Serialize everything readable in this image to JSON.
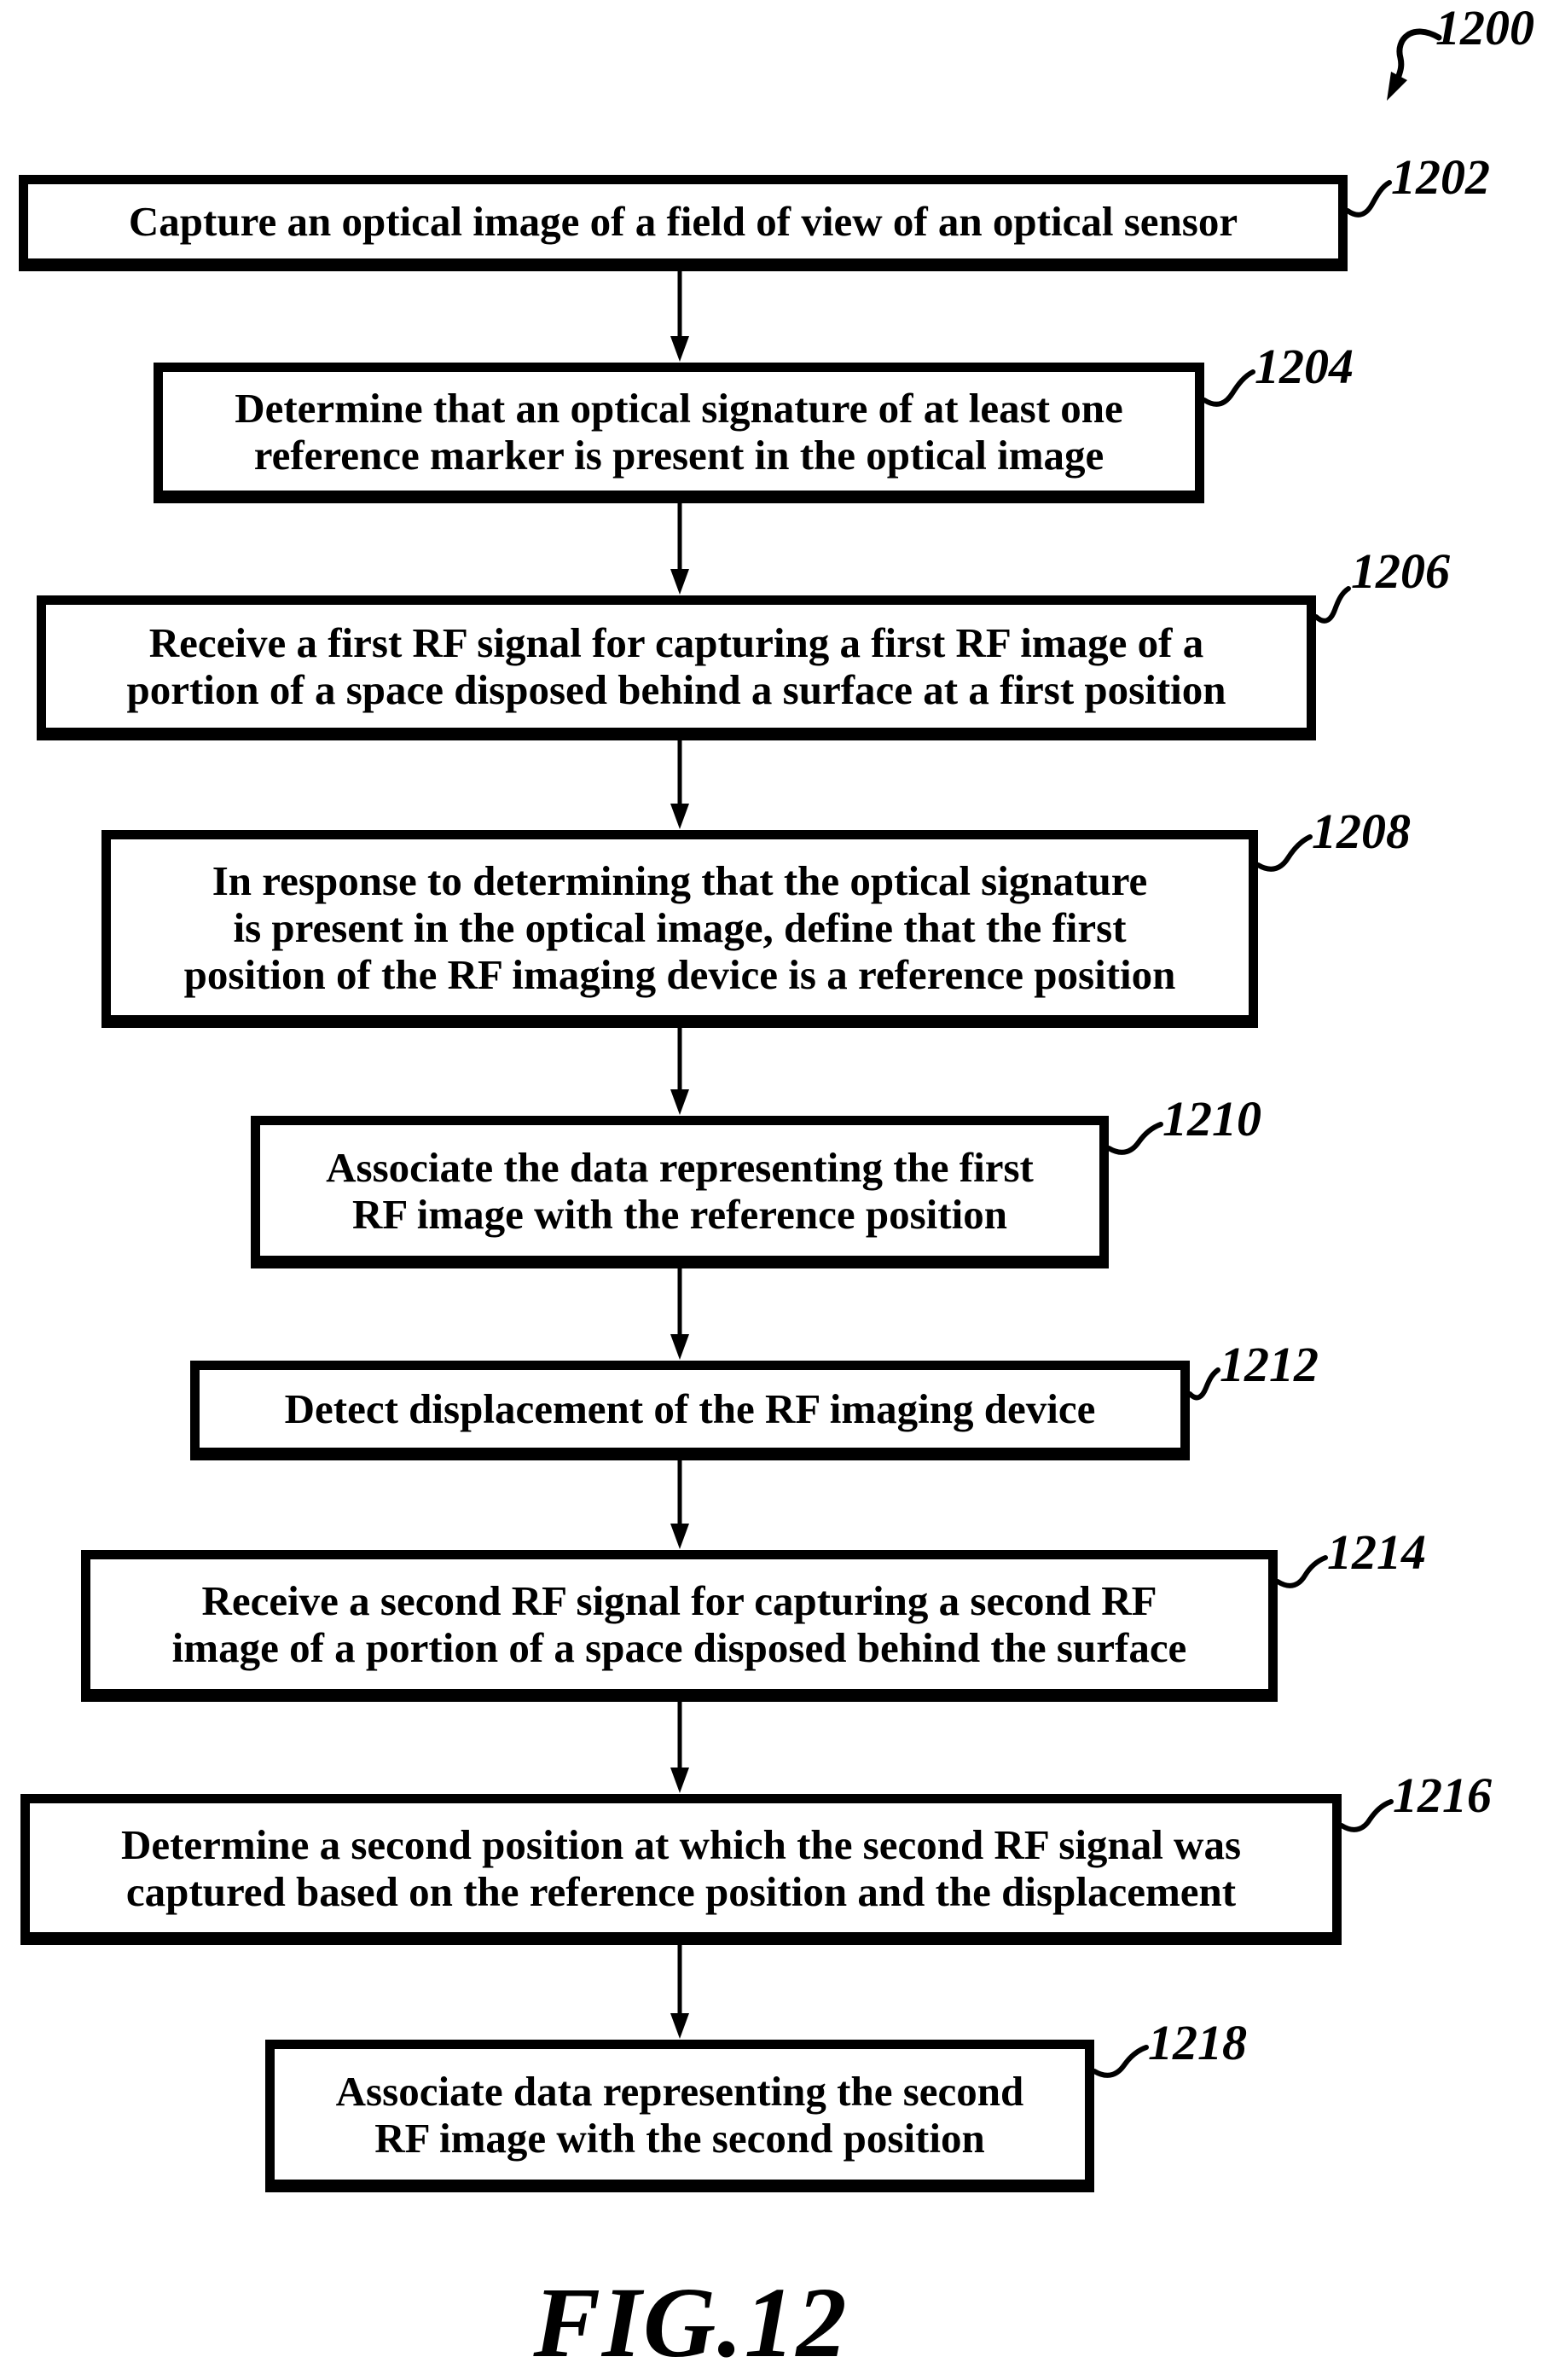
{
  "figure": {
    "diagram_ref": "1200",
    "caption": "FIG.12"
  },
  "steps": [
    {
      "ref": "1202",
      "text": "Capture an optical image of a field of view of an optical sensor"
    },
    {
      "ref": "1204",
      "text": "Determine that an optical signature of at least one\nreference marker is present in the optical image"
    },
    {
      "ref": "1206",
      "text": "Receive a first RF signal for capturing a first RF image of a\nportion of a space disposed behind a surface at a first position"
    },
    {
      "ref": "1208",
      "text": "In response to determining that the optical signature\nis present in the optical image, define that the first\nposition of the RF imaging device is a reference position"
    },
    {
      "ref": "1210",
      "text": "Associate the data representing the first\nRF image with the reference position"
    },
    {
      "ref": "1212",
      "text": "Detect displacement of the RF imaging device"
    },
    {
      "ref": "1214",
      "text": "Receive a second RF signal for capturing a second RF\nimage of a portion of a space disposed behind the surface"
    },
    {
      "ref": "1216",
      "text": "Determine a second position at which the second RF signal was\ncaptured based on the reference position and the displacement"
    },
    {
      "ref": "1218",
      "text": "Associate data representing the second\nRF image with the second position"
    }
  ],
  "colors": {
    "ink": "#000000",
    "background": "#ffffff"
  }
}
